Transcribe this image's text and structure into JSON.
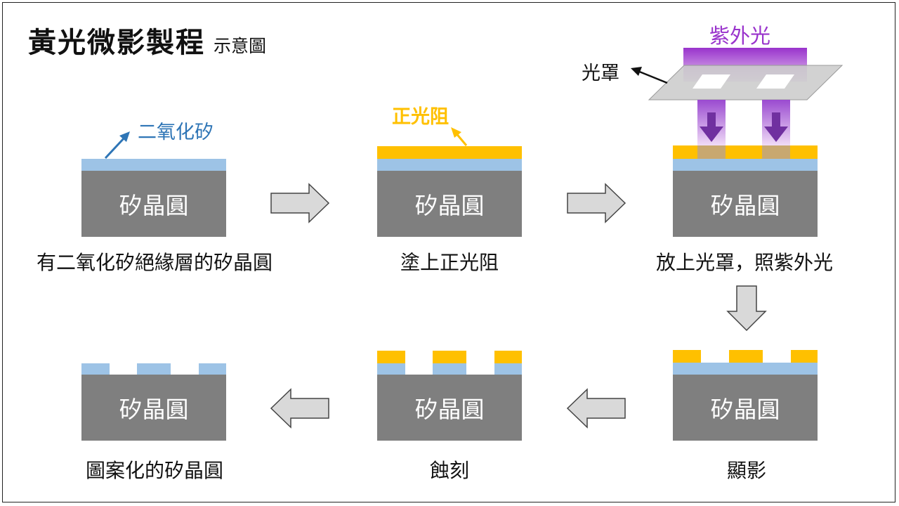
{
  "title": {
    "main": "黃光微影製程",
    "sub": "示意圖"
  },
  "wafer_label": "矽晶圓",
  "labels": {
    "oxide": "二氧化矽",
    "photoresist": "正光阻",
    "uv": "紫外光",
    "mask": "光罩"
  },
  "steps": [
    {
      "caption": "有二氧化矽絕緣層的矽晶圓"
    },
    {
      "caption": "塗上正光阻"
    },
    {
      "caption": "放上光罩，照紫外光"
    },
    {
      "caption": "顯影"
    },
    {
      "caption": "蝕刻"
    },
    {
      "caption": "圖案化的矽晶圓"
    }
  ],
  "colors": {
    "wafer": "#7f7f7f",
    "oxide": "#9dc3e6",
    "photoresist": "#ffc000",
    "uv": "#9933cc",
    "arrow_fill": "#d9d9d9"
  }
}
